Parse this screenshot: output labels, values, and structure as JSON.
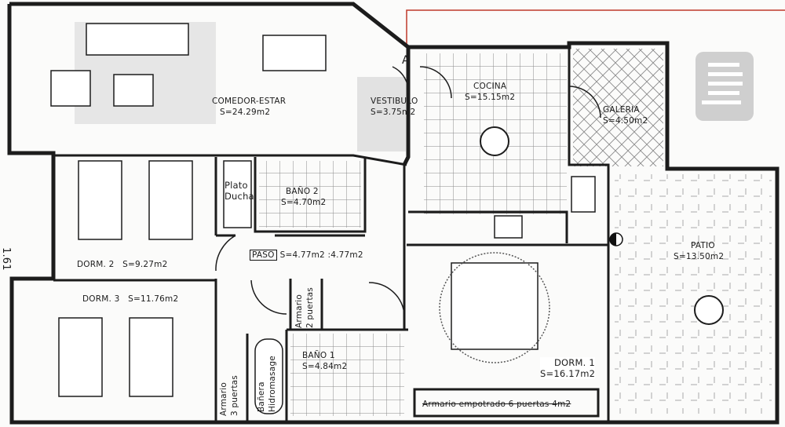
{
  "rooms": {
    "comedor": {
      "name": "COMEDOR-ESTAR",
      "area": "S=24.29m2"
    },
    "vestibulo": {
      "name": "VESTIBULO",
      "area": "S=3.75m2"
    },
    "cocina": {
      "name": "COCINA",
      "area": "S=15.15m2"
    },
    "galeria": {
      "name": "GALERIA",
      "area": "S=4.50m2"
    },
    "patio": {
      "name": "PATIO",
      "area": "S=13.50m2"
    },
    "dorm2": {
      "name": "DORM. 2",
      "area": "S=9.27m2"
    },
    "bano2": {
      "name": "BAÑO 2",
      "area": "S=4.70m2"
    },
    "plato_ducha": {
      "line1": "Plato",
      "line2": "Ducha"
    },
    "paso": {
      "name": "PASO",
      "area": "S=4.77m2",
      "area_dup": ":4.77m2"
    },
    "dorm3": {
      "name": "DORM. 3",
      "area": "S=11.76m2"
    },
    "bano1": {
      "name": "BAÑO 1",
      "area": "S=4.84m2"
    },
    "dorm1": {
      "name": "DORM. 1",
      "area": "S=16.17m2"
    },
    "armario3": {
      "line1": "Armario",
      "line2": "3 puertas"
    },
    "armario2": {
      "line1": "Armario",
      "line2": "2 puertas"
    },
    "banera": {
      "line1": "Bañera",
      "line2": "Hidromasage"
    },
    "armario_empotrado": "Armario empotrado 6 puertas 4m2"
  },
  "entrance_mark": "A",
  "side_dimension": "1.61",
  "colors": {
    "wall": "#1c1c1c",
    "tile": "#9a9a9a",
    "boundary": "#c0392b",
    "logo": "#cfcfcf"
  }
}
